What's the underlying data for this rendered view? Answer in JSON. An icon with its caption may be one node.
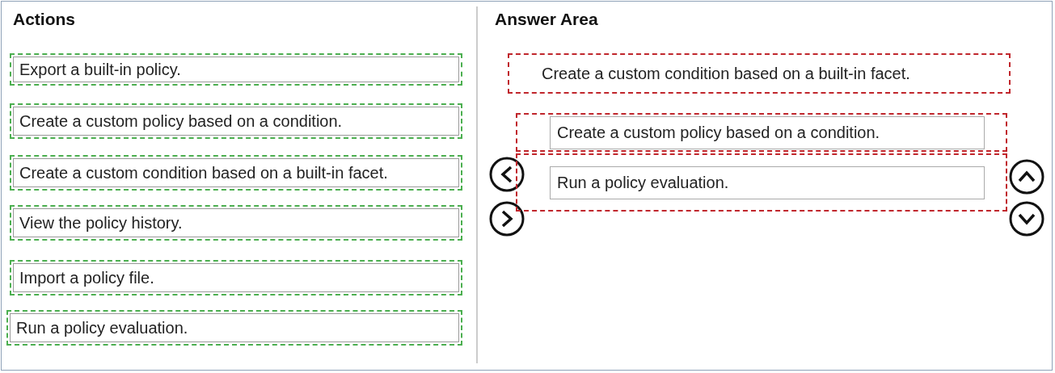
{
  "diagram": {
    "nodes": [
      {
        "text": [
          "Export a built-in policy."
        ]
      },
      {
        "text": [
          "Create a custom policy based on a condition."
        ]
      },
      {
        "text": [
          "Create a custom condition based on a built-in facet."
        ]
      },
      {
        "text": [
          "View the policy history."
        ]
      },
      {
        "text": [
          "Import a policy file."
        ]
      },
      {
        "text": [
          "Run a policy evaluation."
        ]
      },
      {
        "text": [
          "Create a custom condition based on a built-in facet."
        ]
      },
      {
        "text": [
          "Create a custom policy based on a condition."
        ]
      },
      {
        "text": [
          "Run a policy evaluation."
        ]
      }
    ],
    "labels": [
      "Actions",
      "Answer Area"
    ]
  }
}
